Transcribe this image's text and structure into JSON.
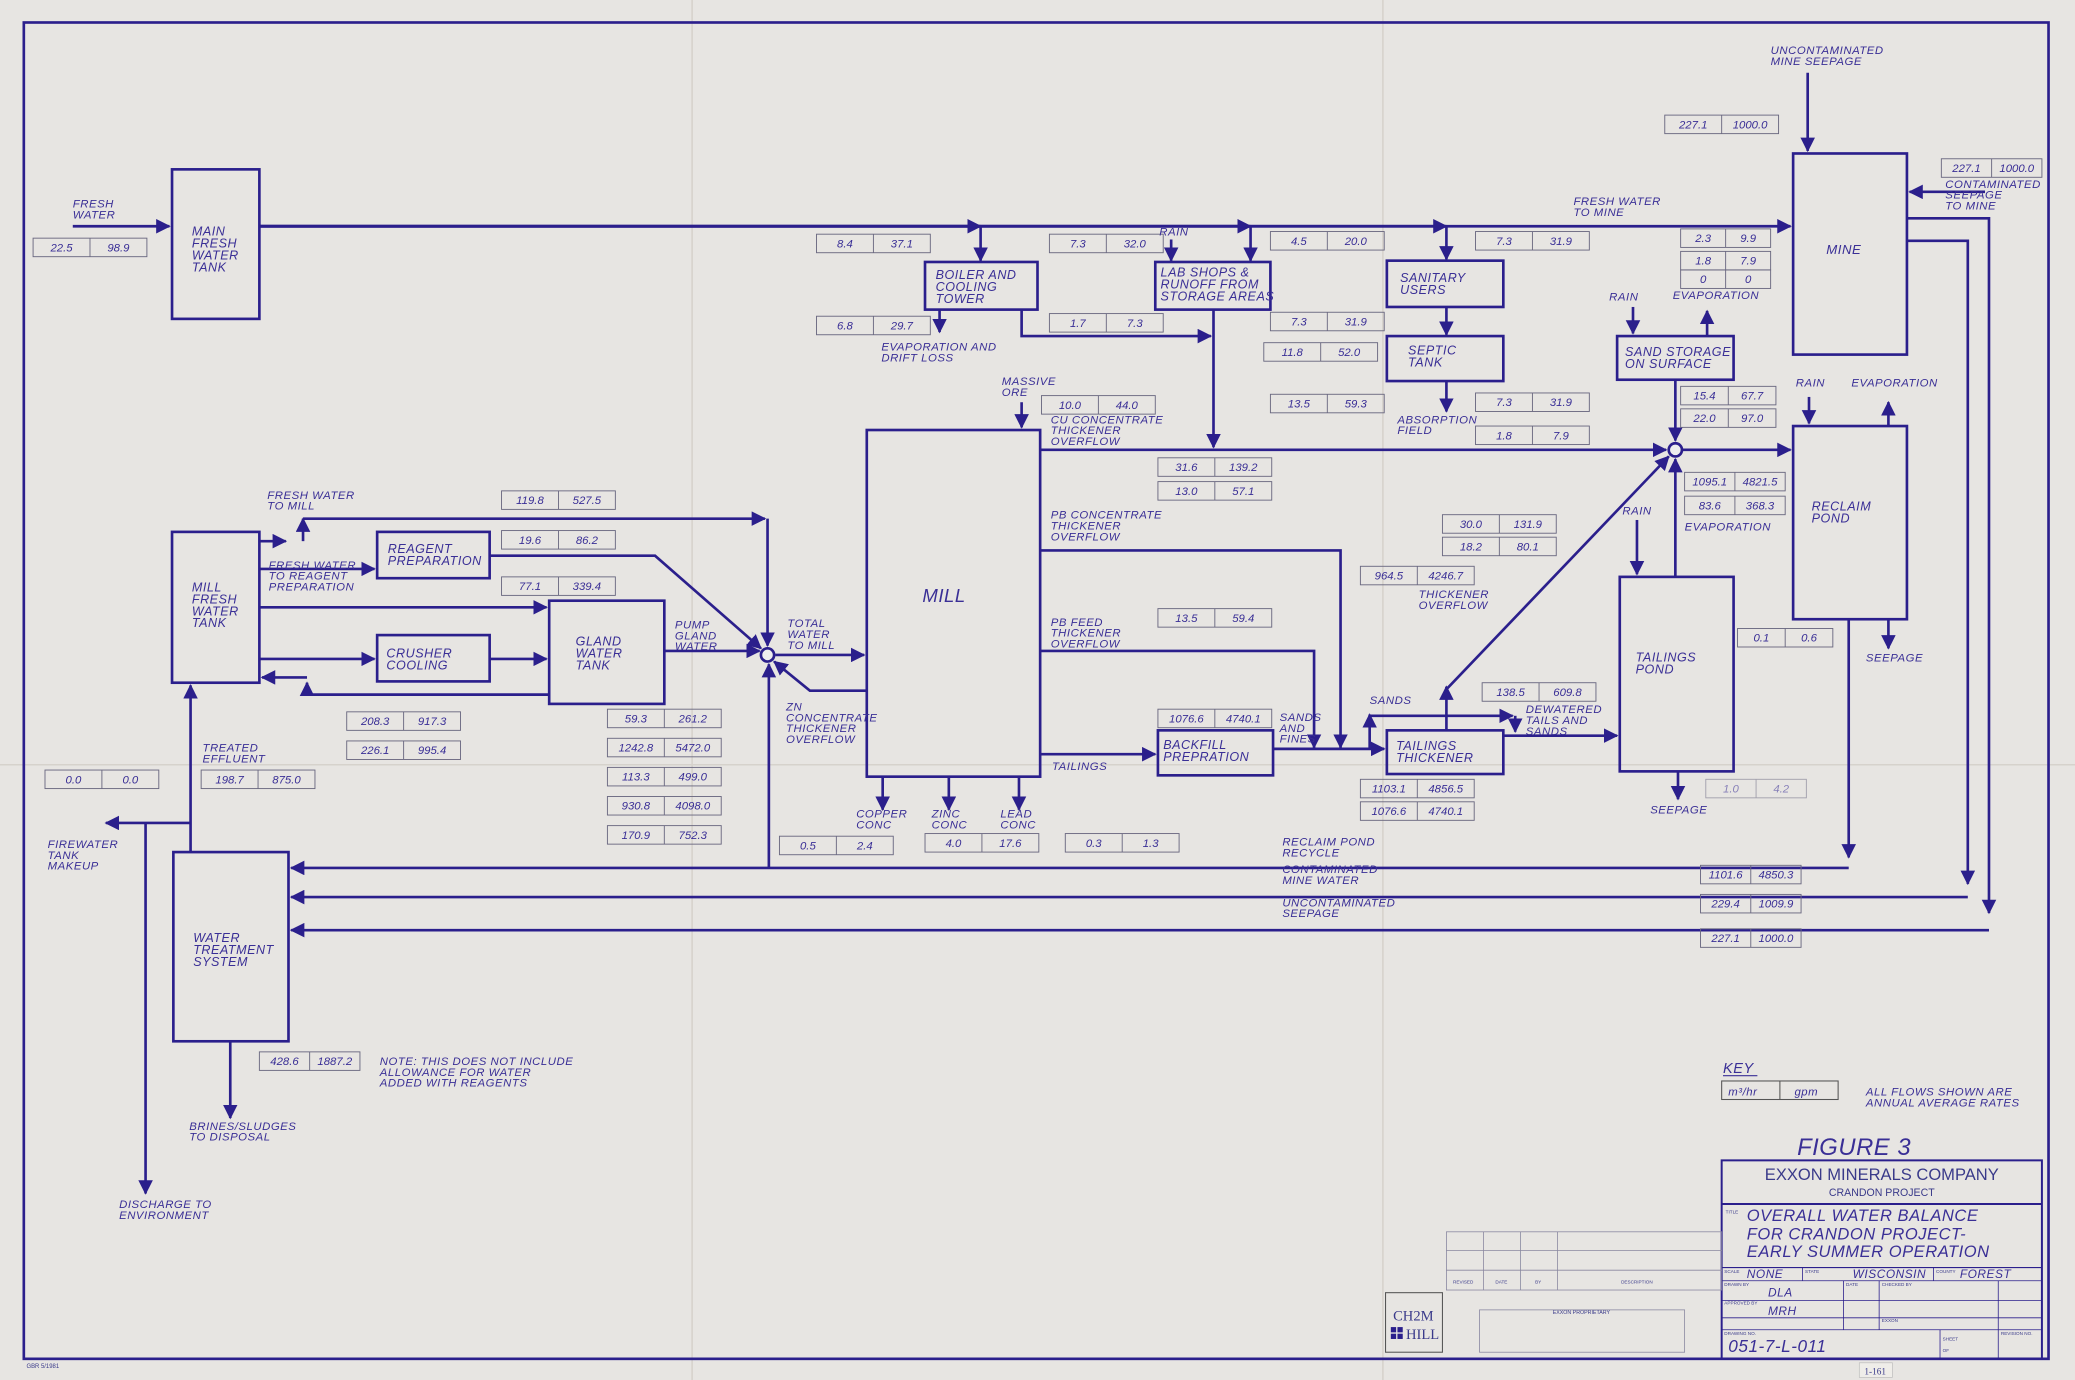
{
  "labels": {
    "fresh_water": "FRESH\nWATER",
    "main_tank": "MAIN\nFRESH\nWATER\nTANK",
    "boiler": "BOILER AND\nCOOLING\nTOWER",
    "lab": "LAB  SHOPS &\nRUNOFF FROM\nSTORAGE AREAS",
    "sanitary": "SANITARY\nUSERS",
    "septic": "SEPTIC\nTANK",
    "rain_lab": "RAIN",
    "evap_drift": "EVAPORATION AND\nDRIFT LOSS",
    "massive_ore": "MASSIVE\nORE",
    "cu": "CU CONCENTRATE\nTHICKENER\nOVERFLOW",
    "absorption": "ABSORPTION\nFIELD",
    "fresh_to_mine": "FRESH WATER\nTO MINE",
    "uncont_mine_seep": "UNCONTAMINATED\nMINE  SEEPAGE",
    "mine": "MINE",
    "cont_seep": "CONTAMINATED\nSEEPAGE\nTO MINE",
    "rain_sand": "RAIN",
    "evap_sand": "EVAPORATION",
    "sand_storage": "SAND  STORAGE\nON SURFACE",
    "rain_reclaim": "RAIN",
    "evap_reclaim": "EVAPORATION",
    "reclaim": "RECLAIM\nPOND",
    "pb_conc": "PB CONCENTRATE\nTHICKENER\nOVERFLOW",
    "mill": "MILL",
    "thick_over": "THICKENER\nOVERFLOW",
    "rain_tp": "RAIN",
    "evap_tp": "EVAPORATION",
    "tailings_pond": "TAILINGS\nPOND",
    "seepage_reclaim": "SEEPAGE",
    "pb_feed": "PB FEED\nTHICKENER\nOVERFLOW",
    "fresh_to_mill": "FRESH WATER\nTO MILL",
    "fresh_to_reagent": "FRESH WATER\nTO REAGENT\nPREPARATION",
    "mill_tank": "MILL\nFRESH\nWATER\nTANK",
    "reagent": "REAGENT\nPREPARATION",
    "crusher": "CRUSHER\nCOOLING",
    "gland": "GLAND\nWATER\nTANK",
    "pump_gland": "PUMP\nGLAND\nWATER",
    "total_water": "TOTAL\nWATER\nTO MILL",
    "zn": "ZN\nCONCENTRATE\nTHICKENER\nOVERFLOW",
    "sands_fines": "SANDS\nAND\nFINES",
    "sands": "SANDS",
    "tailings": "TAILINGS",
    "backfill": "BACKFILL\nPREPRATION",
    "thickener": "TAILINGS\nTHICKENER",
    "dewatered": "DEWATERED\nTAILS AND\nSANDS",
    "seepage_tp": "SEEPAGE",
    "treated": "TREATED\nEFFLUENT",
    "firewater": "FIREWATER\nTANK\nMAKEUP",
    "copper": "COPPER\nCONC",
    "zinc": "ZINC\nCONC",
    "lead": "LEAD\nCONC",
    "reclaim_recycle": "RECLAIM POND\nRECYCLE",
    "cont_mine_water": "CONTAMINATED\nMINE WATER",
    "uncont_seep": "UNCONTAMINATED\nSEEPAGE",
    "wts": "WATER\nTREATMENT\nSYSTEM",
    "note": "NOTE: THIS DOES NOT INCLUDE\nALLOWANCE FOR WATER\nADDED  WITH REAGENTS",
    "brines": "BRINES/SLUDGES\nTO DISPOSAL",
    "discharge": "DISCHARGE TO\nENVIRONMENT",
    "key": "KEY",
    "all_flows": "ALL FLOWS SHOWN ARE\nANNUAL AVERAGE RATES"
  },
  "flows": [
    {
      "m3hr": "22.5",
      "gpm": "98.9"
    },
    {
      "m3hr": "8.4",
      "gpm": "37.1"
    },
    {
      "m3hr": "7.3",
      "gpm": "32.0"
    },
    {
      "m3hr": "4.5",
      "gpm": "20.0"
    },
    {
      "m3hr": "7.3",
      "gpm": "31.9"
    },
    {
      "m3hr": "6.8",
      "gpm": "29.7"
    },
    {
      "m3hr": "1.7",
      "gpm": "7.3"
    },
    {
      "m3hr": "7.3",
      "gpm": "31.9"
    },
    {
      "m3hr": "11.8",
      "gpm": "52.0"
    },
    {
      "m3hr": "10.0",
      "gpm": "44.0"
    },
    {
      "m3hr": "13.5",
      "gpm": "59.3"
    },
    {
      "m3hr": "7.3",
      "gpm": "31.9"
    },
    {
      "m3hr": "1.8",
      "gpm": "7.9"
    },
    {
      "m3hr": "31.6",
      "gpm": "139.2"
    },
    {
      "m3hr": "13.0",
      "gpm": "57.1"
    },
    {
      "m3hr": "13.5",
      "gpm": "59.4"
    },
    {
      "m3hr": "30.0",
      "gpm": "131.9"
    },
    {
      "m3hr": "18.2",
      "gpm": "80.1"
    },
    {
      "m3hr": "964.5",
      "gpm": "4246.7"
    },
    {
      "m3hr": "227.1",
      "gpm": "1000.0"
    },
    {
      "m3hr": "227.1",
      "gpm": "1000.0"
    },
    {
      "m3hr": "2.3",
      "gpm": "9.9"
    },
    {
      "m3hr": "1.8",
      "gpm": "7.9"
    },
    {
      "m3hr": "0",
      "gpm": "0"
    },
    {
      "m3hr": "15.4",
      "gpm": "67.7"
    },
    {
      "m3hr": "22.0",
      "gpm": "97.0"
    },
    {
      "m3hr": "1095.1",
      "gpm": "4821.5"
    },
    {
      "m3hr": "83.6",
      "gpm": "368.3"
    },
    {
      "m3hr": "0.1",
      "gpm": "0.6"
    },
    {
      "m3hr": "1.0",
      "gpm": "4.2"
    },
    {
      "m3hr": "119.8",
      "gpm": "527.5"
    },
    {
      "m3hr": "19.6",
      "gpm": "86.2"
    },
    {
      "m3hr": "77.1",
      "gpm": "339.4"
    },
    {
      "m3hr": "208.3",
      "gpm": "917.3"
    },
    {
      "m3hr": "226.1",
      "gpm": "995.4"
    },
    {
      "m3hr": "59.3",
      "gpm": "261.2"
    },
    {
      "m3hr": "1242.8",
      "gpm": "5472.0"
    },
    {
      "m3hr": "113.3",
      "gpm": "499.0"
    },
    {
      "m3hr": "930.8",
      "gpm": "4098.0"
    },
    {
      "m3hr": "170.9",
      "gpm": "752.3"
    },
    {
      "m3hr": "0.0",
      "gpm": "0.0"
    },
    {
      "m3hr": "198.7",
      "gpm": "875.0"
    },
    {
      "m3hr": "1076.6",
      "gpm": "4740.1"
    },
    {
      "m3hr": "138.5",
      "gpm": "609.8"
    },
    {
      "m3hr": "1103.1",
      "gpm": "4856.5"
    },
    {
      "m3hr": "1076.6",
      "gpm": "4740.1"
    },
    {
      "m3hr": "0.5",
      "gpm": "2.4"
    },
    {
      "m3hr": "4.0",
      "gpm": "17.6"
    },
    {
      "m3hr": "0.3",
      "gpm": "1.3"
    },
    {
      "m3hr": "1101.6",
      "gpm": "4850.3"
    },
    {
      "m3hr": "229.4",
      "gpm": "1009.9"
    },
    {
      "m3hr": "227.1",
      "gpm": "1000.0"
    },
    {
      "m3hr": "428.6",
      "gpm": "1887.2"
    }
  ],
  "key_units": {
    "m3hr": "m³/hr",
    "gpm": "gpm"
  },
  "title_block": {
    "figure": "FIGURE 3",
    "company": "EXXON MINERALS COMPANY",
    "project": "CRANDON PROJECT",
    "title_label": "TITLE",
    "title_lines": [
      "OVERALL WATER BALANCE",
      "FOR CRANDON PROJECT-",
      "EARLY SUMMER OPERATION"
    ],
    "scale_label": "SCALE",
    "scale": "NONE",
    "state_label": "STATE",
    "state": "WISCONSIN",
    "county_label": "COUNTY",
    "county": "FOREST",
    "drawn_by_label": "DRAWN BY",
    "drawn_by": "DLA",
    "approved_by_label": "APPROVED BY",
    "approved_by": "MRH",
    "checked_by_label": "CHECKED BY",
    "date_label": "DATE",
    "exxon_label": "EXXON",
    "drawing_no_label": "DRAWING NO.",
    "drawing_no": "051-7-L-011",
    "sheet_label": "SHEET",
    "of_label": "OF",
    "revision_label": "REVISION NO."
  },
  "revision_table": {
    "headers": [
      "REVISED",
      "DATE",
      "BY",
      "DESCRIPTION"
    ]
  },
  "proprietary": {
    "heading": "EXXON PROPRIETARY"
  },
  "logo": {
    "line1": "CH2M",
    "line2": "HILL"
  },
  "page_number": "1-161",
  "printer_mark": "GBR 5/1981",
  "colors": {
    "ink": "#2b1f8c",
    "paper": "#e7e5e2"
  }
}
